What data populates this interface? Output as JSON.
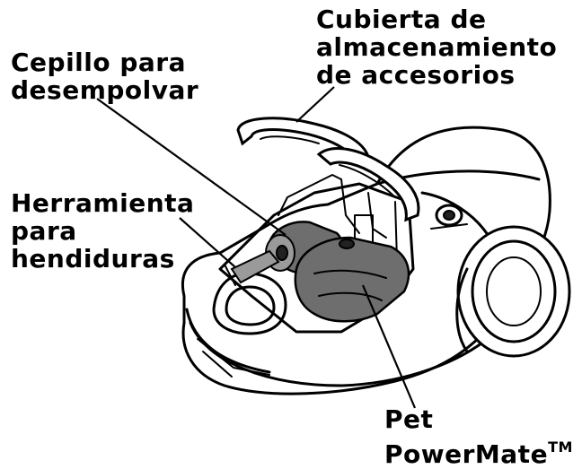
{
  "labels": {
    "storage_cover": [
      "Cubierta de",
      "almacenamiento",
      "de accesorios"
    ],
    "dusting_brush": [
      "Cepillo para",
      "desempolvar"
    ],
    "crevice_tool": [
      "Herramienta",
      "para",
      "hendiduras"
    ],
    "pet_powermate": {
      "line1": "Pet",
      "line2": "PowerMate",
      "mark": "TM"
    }
  },
  "colors": {
    "ink": "#000000",
    "tool_shade": "#6e6e6e",
    "background": "#ffffff"
  }
}
